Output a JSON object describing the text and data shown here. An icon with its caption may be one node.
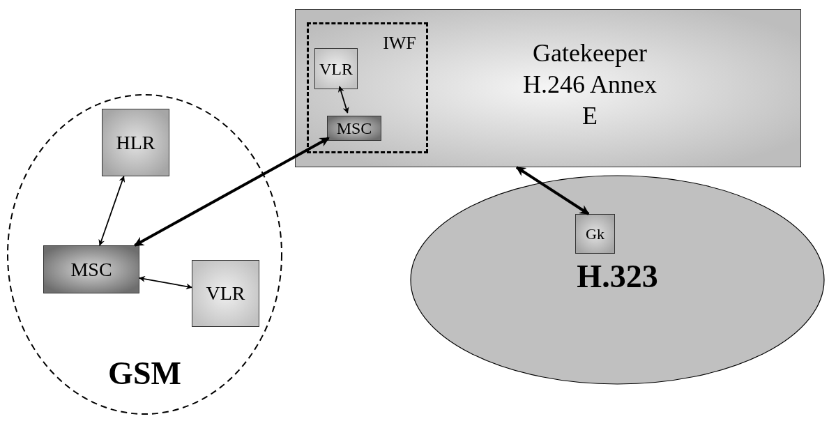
{
  "diagram": {
    "nodes": [
      {
        "text": [
          "GSM"
        ]
      },
      {
        "text": [
          "HLR"
        ],
        "in": 0
      },
      {
        "text": [
          "MSC"
        ],
        "in": 0
      },
      {
        "text": [
          "VLR"
        ],
        "in": 0
      },
      {
        "text": [
          "Gatekeeper H.246 Annex E"
        ]
      },
      {
        "text": [
          "IWF"
        ],
        "in": 4
      },
      {
        "text": [
          "VLR"
        ],
        "in": 5
      },
      {
        "text": [
          "MSC"
        ],
        "in": 5
      },
      {
        "text": [
          "H.323"
        ]
      },
      {
        "text": [
          "Gk"
        ],
        "in": 8
      }
    ],
    "edges": [
      {
        "from": 1,
        "to": 2,
        "arrow": "both"
      },
      {
        "from": 2,
        "to": 3,
        "arrow": "both"
      },
      {
        "from": 6,
        "to": 7,
        "arrow": "both"
      },
      {
        "from": 2,
        "to": 7,
        "arrow": "both",
        "style": "thick"
      },
      {
        "from": 4,
        "to": 9,
        "arrow": "both",
        "style": "thick"
      }
    ]
  }
}
